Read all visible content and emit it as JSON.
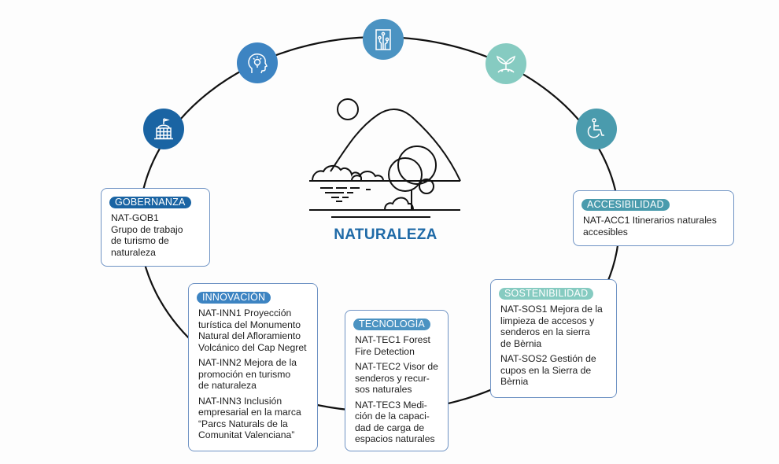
{
  "title": "NATURALEZA",
  "colors": {
    "gobernanza": "#1a64a3",
    "innovacion": "#3d84c2",
    "tecnologia": "#4b93c2",
    "sostenibilidad": "#86cbc1",
    "accesibilidad": "#4a9bad",
    "title": "#1f6aa7",
    "card_border": "#6f93c4"
  },
  "nodes": [
    {
      "id": "gobernanza",
      "icon": "government-building-icon"
    },
    {
      "id": "innovacion",
      "icon": "head-lightbulb-icon"
    },
    {
      "id": "tecnologia",
      "icon": "circuit-board-icon"
    },
    {
      "id": "sostenibilidad",
      "icon": "sprout-icon"
    },
    {
      "id": "accesibilidad",
      "icon": "wheelchair-icon"
    }
  ],
  "cards": {
    "gobernanza": {
      "label": "GOBERNANZA",
      "items": [
        "NAT-GOB1\nGrupo de trabajo\nde turismo de\nnaturaleza"
      ]
    },
    "innovacion": {
      "label": "INNOVACIÓN",
      "items": [
        "NAT-INN1 Proyección\nturística del Monumento\nNatural del Afloramiento\nVolcánico del Cap Negret",
        "NAT-INN2 Mejora de la\npromoción en turismo\nde naturaleza",
        "NAT-INN3 Inclusión\nempresarial en la marca\n“Parcs Naturals de la\nComunitat Valenciana”"
      ]
    },
    "tecnologia": {
      "label": "TECNOLOGÍA",
      "items": [
        "NAT-TEC1 Forest\nFire Detection",
        "NAT-TEC2 Visor de\nsenderos y recur-\nsos naturales",
        "NAT-TEC3 Medi-\nción de la capaci-\ndad de carga de\nespacios naturales"
      ]
    },
    "sostenibilidad": {
      "label": "SOSTENIBILIDAD",
      "items": [
        "NAT-SOS1 Mejora de la\nlimpieza de accesos y\nsenderos en la sierra\nde Bèrnia",
        "NAT-SOS2 Gestión de\ncupos en la Sierra de\nBèrnia"
      ]
    },
    "accesibilidad": {
      "label": "ACCESIBILIDAD",
      "items": [
        "NAT-ACC1 Itinerarios naturales\naccesibles"
      ]
    }
  }
}
